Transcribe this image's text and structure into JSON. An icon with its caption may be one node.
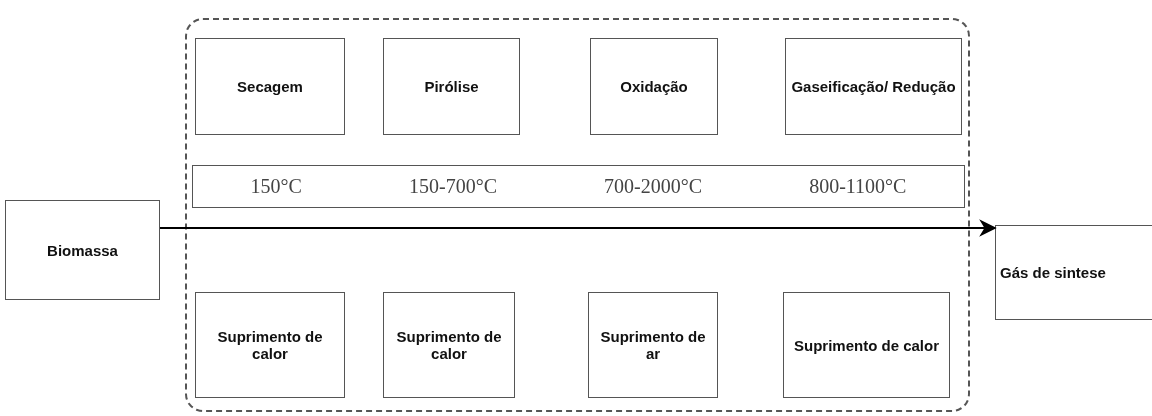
{
  "diagram": {
    "nodes": [
      {
        "text": [],
        "shape": "box"
      },
      {
        "text": [
          "Secagem"
        ],
        "in": 0
      },
      {
        "text": [
          "Pirólise"
        ],
        "in": 0
      },
      {
        "text": [
          "Oxidação"
        ],
        "in": 0
      },
      {
        "text": [
          "Gaseificação/ Redução"
        ],
        "in": 0
      },
      {
        "text": [
          "150°C",
          "150-700°C",
          "700-2000°C",
          "800-1100°C"
        ],
        "in": 0
      },
      {
        "text": [
          "Biomassa"
        ]
      },
      {
        "text": [
          "Gás de sintese"
        ]
      },
      {
        "text": [
          "Suprimento de calor"
        ],
        "in": 0
      },
      {
        "text": [
          "Suprimento de calor"
        ],
        "in": 0
      },
      {
        "text": [
          "Suprimento de ar"
        ],
        "in": 0
      },
      {
        "text": [
          "Suprimento de calor"
        ],
        "in": 0
      }
    ],
    "edges": [
      {
        "from": 6,
        "to": 7,
        "arrow": "to"
      }
    ]
  }
}
